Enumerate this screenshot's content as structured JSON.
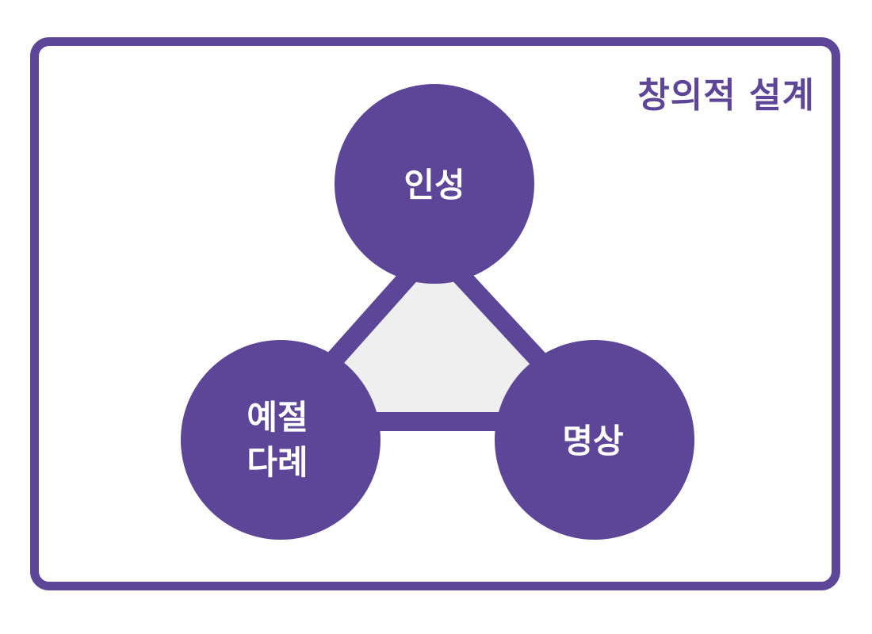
{
  "title": "창의적 설계",
  "colors": {
    "accent": "#5d4597",
    "triangle_fill": "#efefef",
    "label_text": "#ffffff",
    "background": "#ffffff"
  },
  "nodes": [
    {
      "id": "insung",
      "lines": [
        "인성"
      ]
    },
    {
      "id": "yejeol",
      "lines": [
        "예절",
        "다례"
      ]
    },
    {
      "id": "myeongsang",
      "lines": [
        "명상"
      ]
    }
  ]
}
